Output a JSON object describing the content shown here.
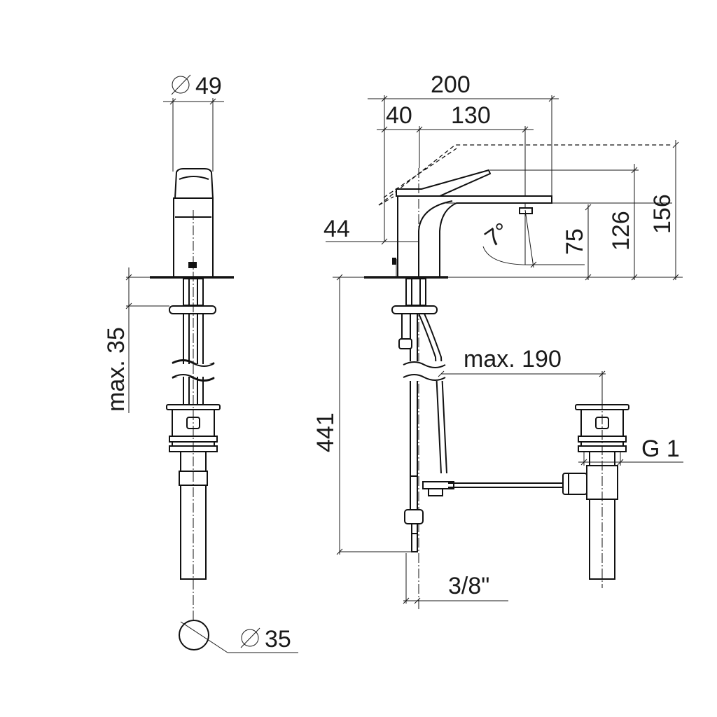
{
  "dimensions": {
    "spout_diameter": "49",
    "max_thickness": "max. 35",
    "drain_diameter": "35",
    "total_length": "200",
    "handle_offset": "40",
    "spout_reach": "130",
    "base_height": "44",
    "rotation_angle": "7°",
    "outlet_height": "75",
    "spout_height": "126",
    "total_height": "156",
    "hose_length": "441",
    "max_rod_distance": "max. 190",
    "drain_thread": "G 1",
    "connection_thread": "3/8\""
  },
  "colors": {
    "line": "#111111",
    "background": "#ffffff"
  }
}
